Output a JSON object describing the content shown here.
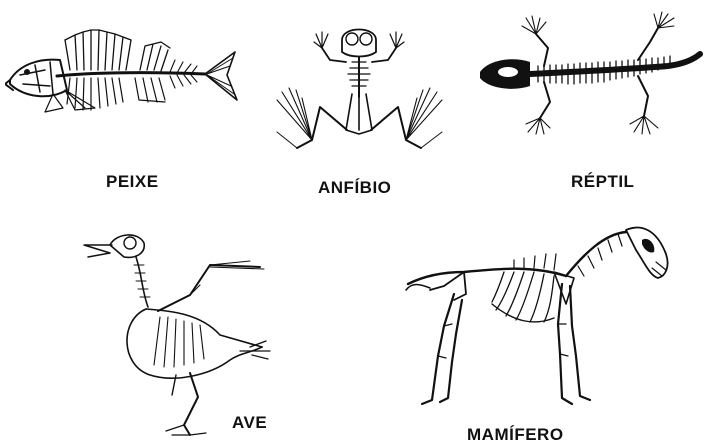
{
  "animals": [
    {
      "id": "fish",
      "label": "PEIXE"
    },
    {
      "id": "amphibian",
      "label": "ANFÍBIO"
    },
    {
      "id": "reptile",
      "label": "RÉPTIL"
    },
    {
      "id": "bird",
      "label": "AVE"
    },
    {
      "id": "mammal",
      "label": "MAMÍFERO"
    }
  ]
}
